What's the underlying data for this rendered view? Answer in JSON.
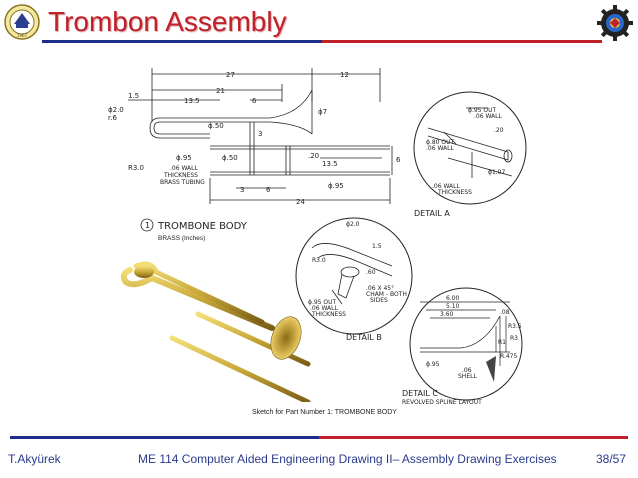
{
  "slide": {
    "title": "Trombon Assembly",
    "author": "T.Akyürek",
    "course": "ME 114 Computer Aided Engineering Drawing II– Assembly Drawing Exercises",
    "page": "38/57",
    "colors": {
      "title": "#c0202a",
      "footer": "#2a3a8c",
      "bar_blue": "#1b2f8a",
      "bar_red": "#c0202a"
    },
    "logo_left": {
      "icon": "university-seal-icon",
      "year": "1967"
    },
    "logo_right": {
      "icon": "gear-emblem-icon"
    }
  },
  "drawing": {
    "caption": "Sketch for Part Number 1: TROMBONE BODY",
    "part_number": "1",
    "part_title": "TROMBONE BODY",
    "material": "BRASS (Inches)",
    "main_view": {
      "dims": [
        "27",
        "12",
        "21",
        "1.5",
        "13.5",
        "6",
        "ϕ7",
        "ϕ2.0",
        "r.6",
        "ϕ.50",
        "3",
        "R3.0",
        "ϕ.95",
        "ϕ.50",
        ".20",
        "13.5",
        "6",
        "3",
        "6",
        "ϕ.95",
        "24"
      ],
      "note_lines": [
        ".06 WALL",
        "THICKNESS",
        "BRASS TUBING"
      ]
    },
    "detail_a": {
      "label": "DETAIL A",
      "notes": [
        "ϕ.95 OUT",
        ".06 WALL",
        ".20",
        "ϕ.80 OUT",
        ".06 WALL",
        "ϕ1.07",
        ".06 WALL",
        "THICKNESS"
      ]
    },
    "detail_b": {
      "label": "DETAIL B",
      "notes": [
        "ϕ2.0",
        "1.5",
        "R3.0",
        ".60",
        ".06 X 45°",
        "CHAM - BOTH",
        "SIDES",
        "ϕ.95 OUT",
        ".06 WALL",
        "THICKNESS"
      ]
    },
    "detail_c": {
      "label_lines": [
        "DETAIL C",
        "REVOLVED SPLINE LAYOUT"
      ],
      "notes": [
        "6.00",
        "5.10",
        "3.60",
        ".08",
        "R3.5",
        "R3",
        "R1",
        "R.475",
        "ϕ.95",
        ".06",
        "SHELL"
      ]
    }
  }
}
